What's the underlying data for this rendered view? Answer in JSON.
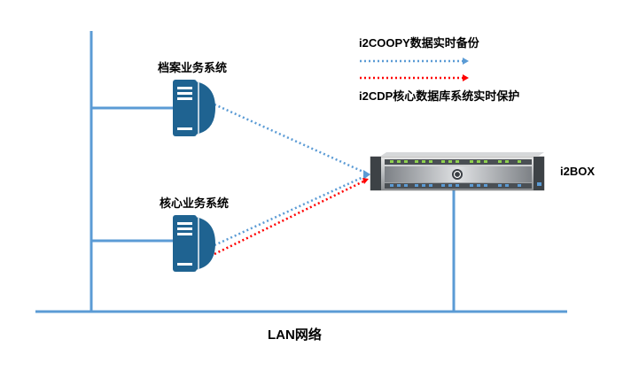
{
  "diagram": {
    "network": {
      "label": "LAN网络"
    },
    "nodes": [
      {
        "id": "archive-system",
        "label": "档案业务系统",
        "type": "server-tower"
      },
      {
        "id": "core-system",
        "label": "核心业务系统",
        "type": "server-tower"
      },
      {
        "id": "i2box",
        "label": "i2BOX",
        "type": "rack-server"
      }
    ],
    "legend": [
      {
        "label": "i2COOPY数据实时备份",
        "color": "#5b9bd5",
        "style": "dotted-arrow"
      },
      {
        "label": "i2CDP核心数据库系统实时保护",
        "color": "#ff0000",
        "style": "dotted-arrow"
      }
    ],
    "edges": [
      {
        "from": "archive-system",
        "to": "i2box",
        "type": "i2COOPY",
        "color": "#5b9bd5"
      },
      {
        "from": "core-system",
        "to": "i2box",
        "type": "i2COOPY",
        "color": "#5b9bd5"
      },
      {
        "from": "core-system",
        "to": "i2box",
        "type": "i2CDP",
        "color": "#ff0000"
      }
    ],
    "colors": {
      "lan_line": "#5b9bd5",
      "server_fill": "#1f6391",
      "server_dark": "#164d73"
    }
  }
}
